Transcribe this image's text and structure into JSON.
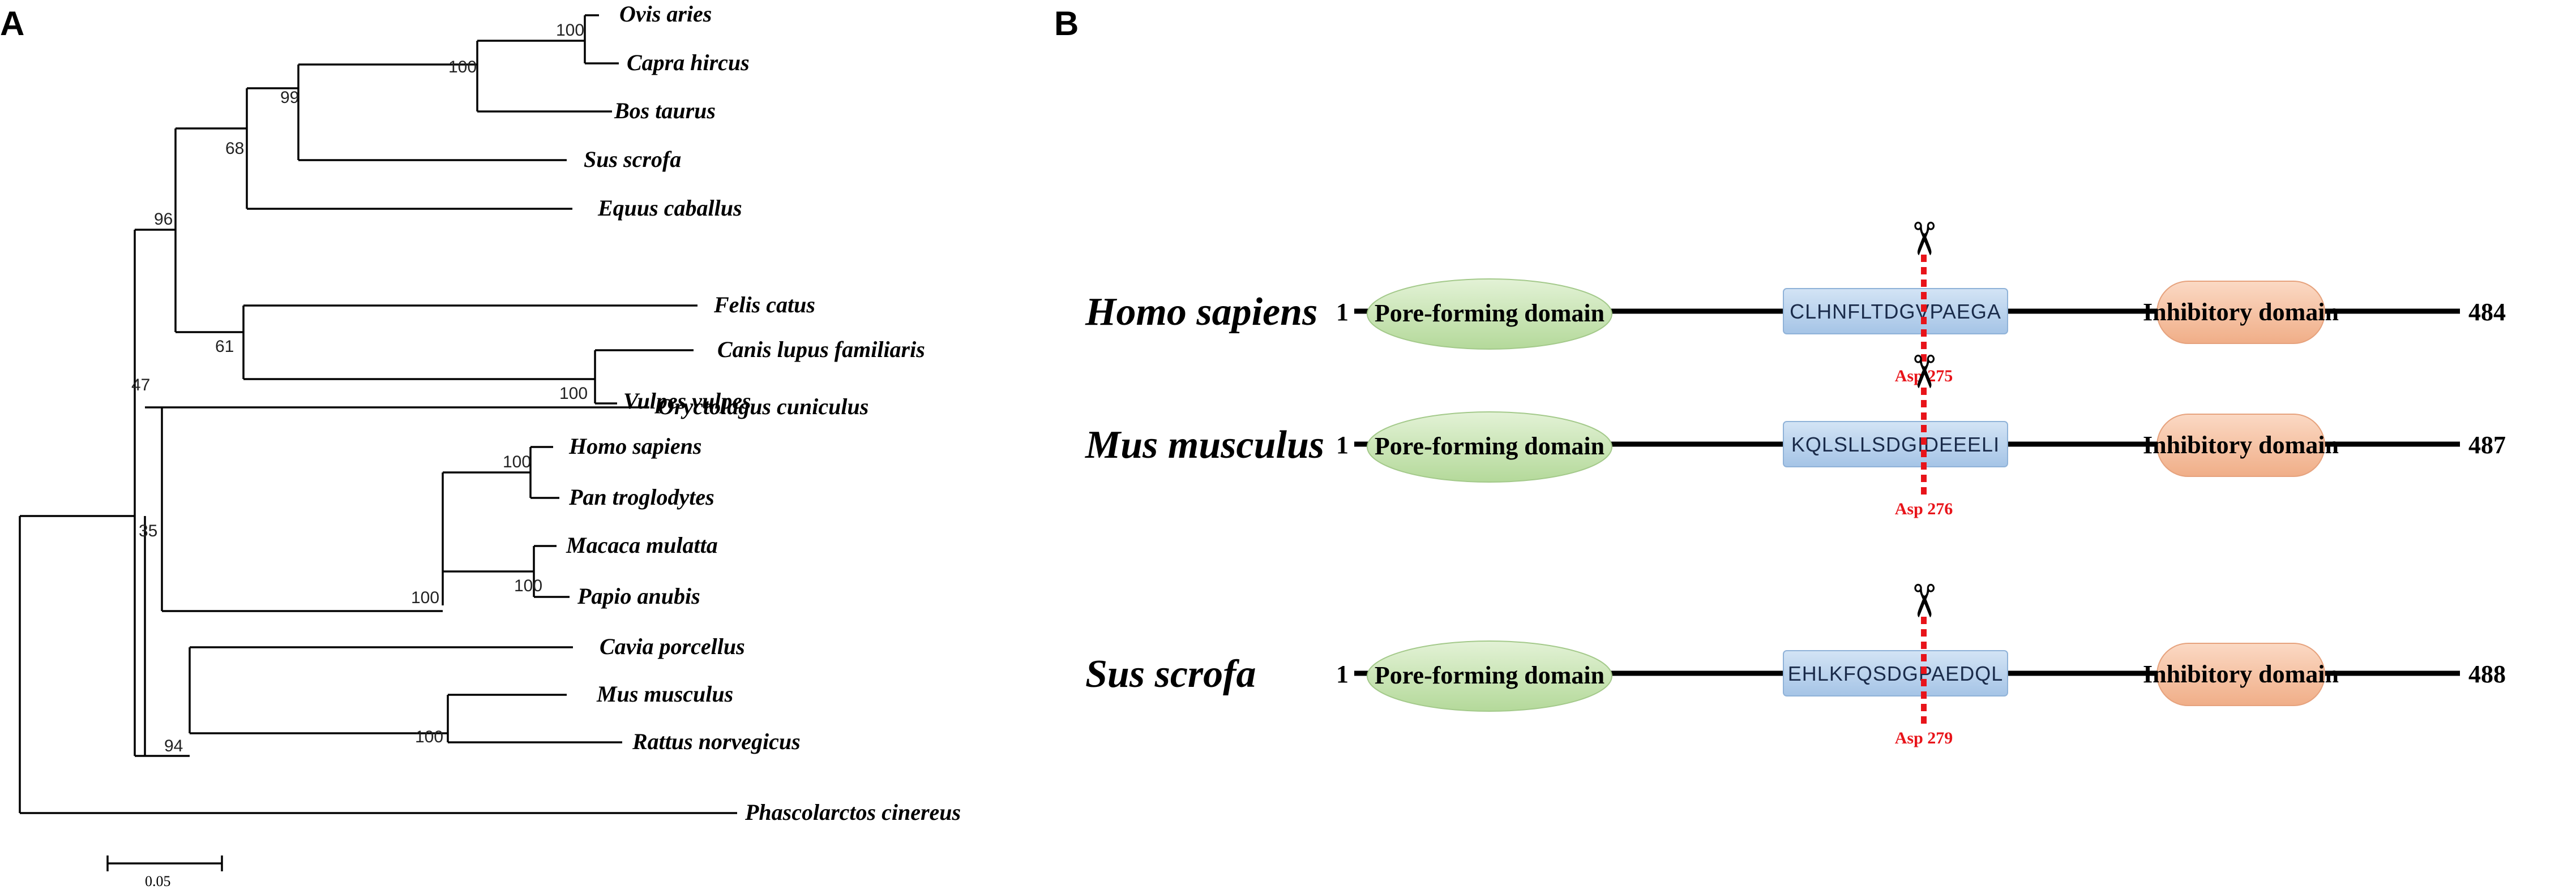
{
  "panels": {
    "a": {
      "letter": "A"
    },
    "b": {
      "letter": "B"
    }
  },
  "tree": {
    "scale_bar": {
      "value": 0.05,
      "label": "0.05"
    },
    "taxa": [
      "Ovis aries",
      "Capra hircus",
      "Bos taurus",
      "Sus scrofa",
      "Equus caballus",
      "Felis catus",
      "Canis lupus familiaris",
      "Vulpes vulpes",
      "Oryctolagus cuniculus",
      "Homo sapiens",
      "Pan troglodytes",
      "Macaca mulatta",
      "Papio anubis",
      "Cavia porcellus",
      "Mus musculus",
      "Rattus norvegicus",
      "Phascolarctos cinereus"
    ],
    "bootstrap_values": [
      {
        "node": "ovis-capra",
        "value": "100"
      },
      {
        "node": "ovis-capra-bos",
        "value": "100"
      },
      {
        "node": "bovids-sus",
        "value": "99"
      },
      {
        "node": "ungulates",
        "value": "68"
      },
      {
        "node": "ungulates-carnivores",
        "value": "96"
      },
      {
        "node": "carnivores",
        "value": "61"
      },
      {
        "node": "canis-vulpes",
        "value": "100"
      },
      {
        "node": "laurasiatheria-oryctolagus",
        "value": "47"
      },
      {
        "node": "homo-pan",
        "value": "100"
      },
      {
        "node": "macaca-papio",
        "value": "100"
      },
      {
        "node": "primates",
        "value": "100"
      },
      {
        "node": "euarchontoglires",
        "value": "35"
      },
      {
        "node": "rodents",
        "value": "94"
      },
      {
        "node": "mus-rattus",
        "value": "100"
      }
    ]
  },
  "domains": {
    "pore_label": "Pore-forming domain",
    "inhibitory_label": "Inhibitory domain",
    "pore_color": "#c9e6b4",
    "inhibitory_color": "#f7c4a4",
    "linker_color": "#b9d3ec",
    "cleavage_color": "#e8141a",
    "rows": [
      {
        "species": "Homo sapiens",
        "start": "1",
        "end": "484",
        "sequence": "CLHNFLTDGVPAEGA",
        "asp": "Asp 275"
      },
      {
        "species": "Mus musculus",
        "start": "1",
        "end": "487",
        "sequence": "KQLSLLSDGIDEEELI",
        "asp": "Asp 276"
      },
      {
        "species": "Sus scrofa",
        "start": "1",
        "end": "488",
        "sequence": "EHLKFQSDGPAEDQL",
        "asp": "Asp 279"
      }
    ]
  }
}
